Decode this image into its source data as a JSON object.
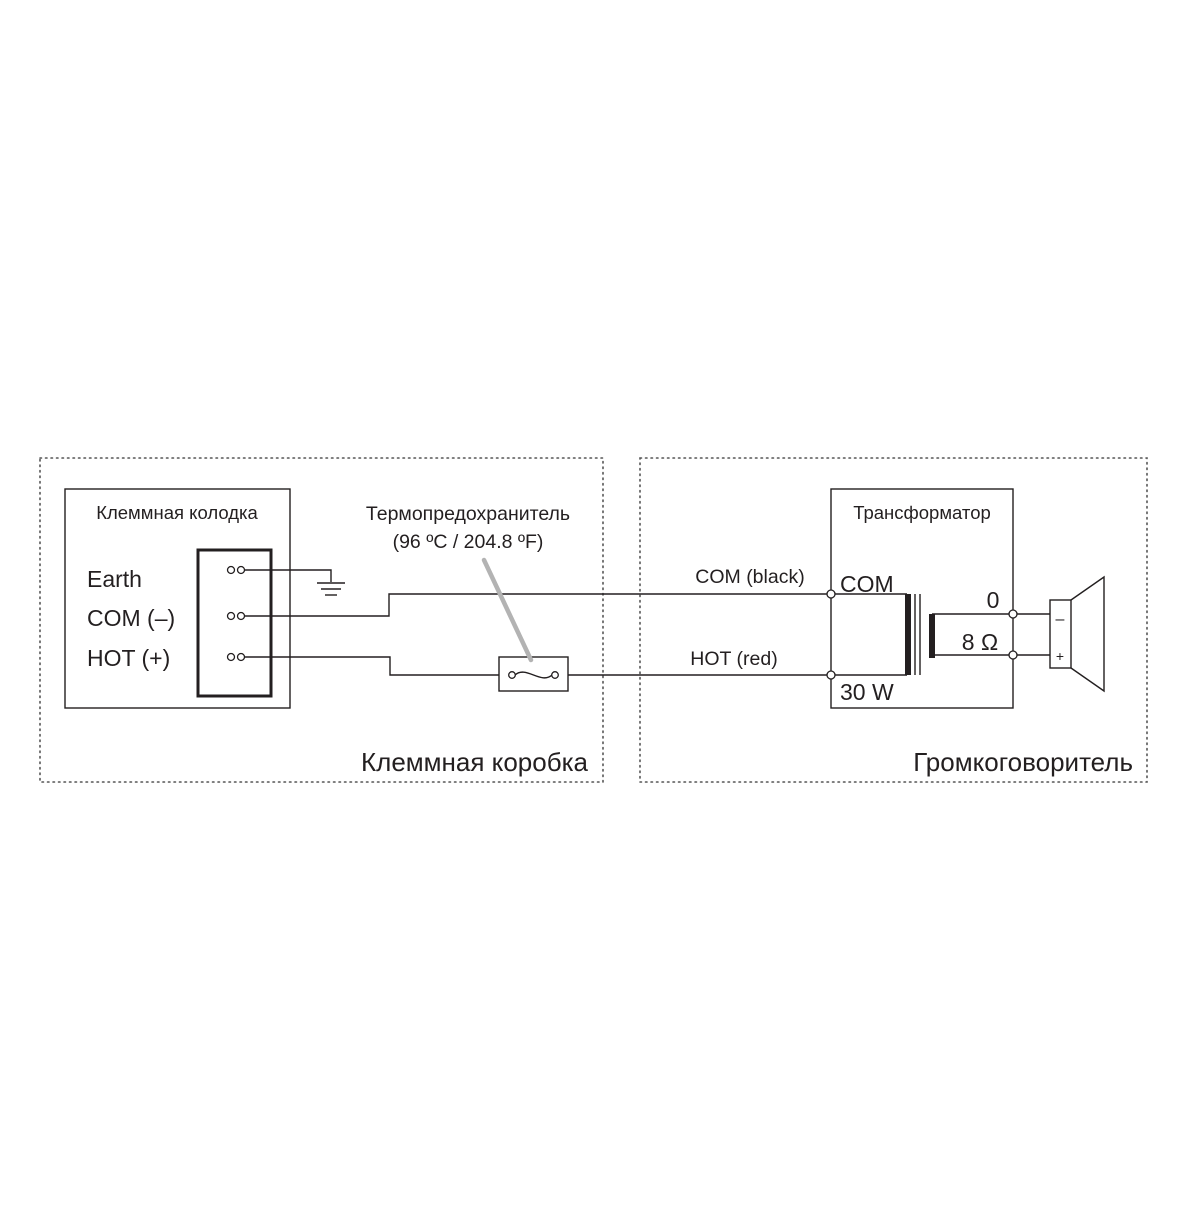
{
  "terminal_box": {
    "label": "Клеммная коробка",
    "terminal_block": {
      "label": "Клеммная колодка",
      "terminals": [
        "Earth",
        "COM (–)",
        "HOT (+)"
      ]
    },
    "thermal_fuse": {
      "label": "Термопредохранитель",
      "rating": "(96 ºC / 204.8 ºF)"
    }
  },
  "wires": {
    "com": "COM (black)",
    "hot": "HOT (red)"
  },
  "speaker": {
    "label": "Громкоговоритель",
    "transformer": {
      "label": "Трансформатор",
      "primary_com": "COM",
      "primary_tap": "30 W",
      "secondary_zero": "0",
      "secondary_impedance": "8 Ω"
    },
    "driver_minus": "–",
    "driver_plus": "+"
  },
  "colors": {
    "line": "#231f20",
    "dotted_border": "#555555",
    "fuse_pointer": "#b3b3b3"
  },
  "icons": [
    "ground-icon",
    "thermal-fuse-icon",
    "transformer-icon",
    "loudspeaker-icon"
  ]
}
